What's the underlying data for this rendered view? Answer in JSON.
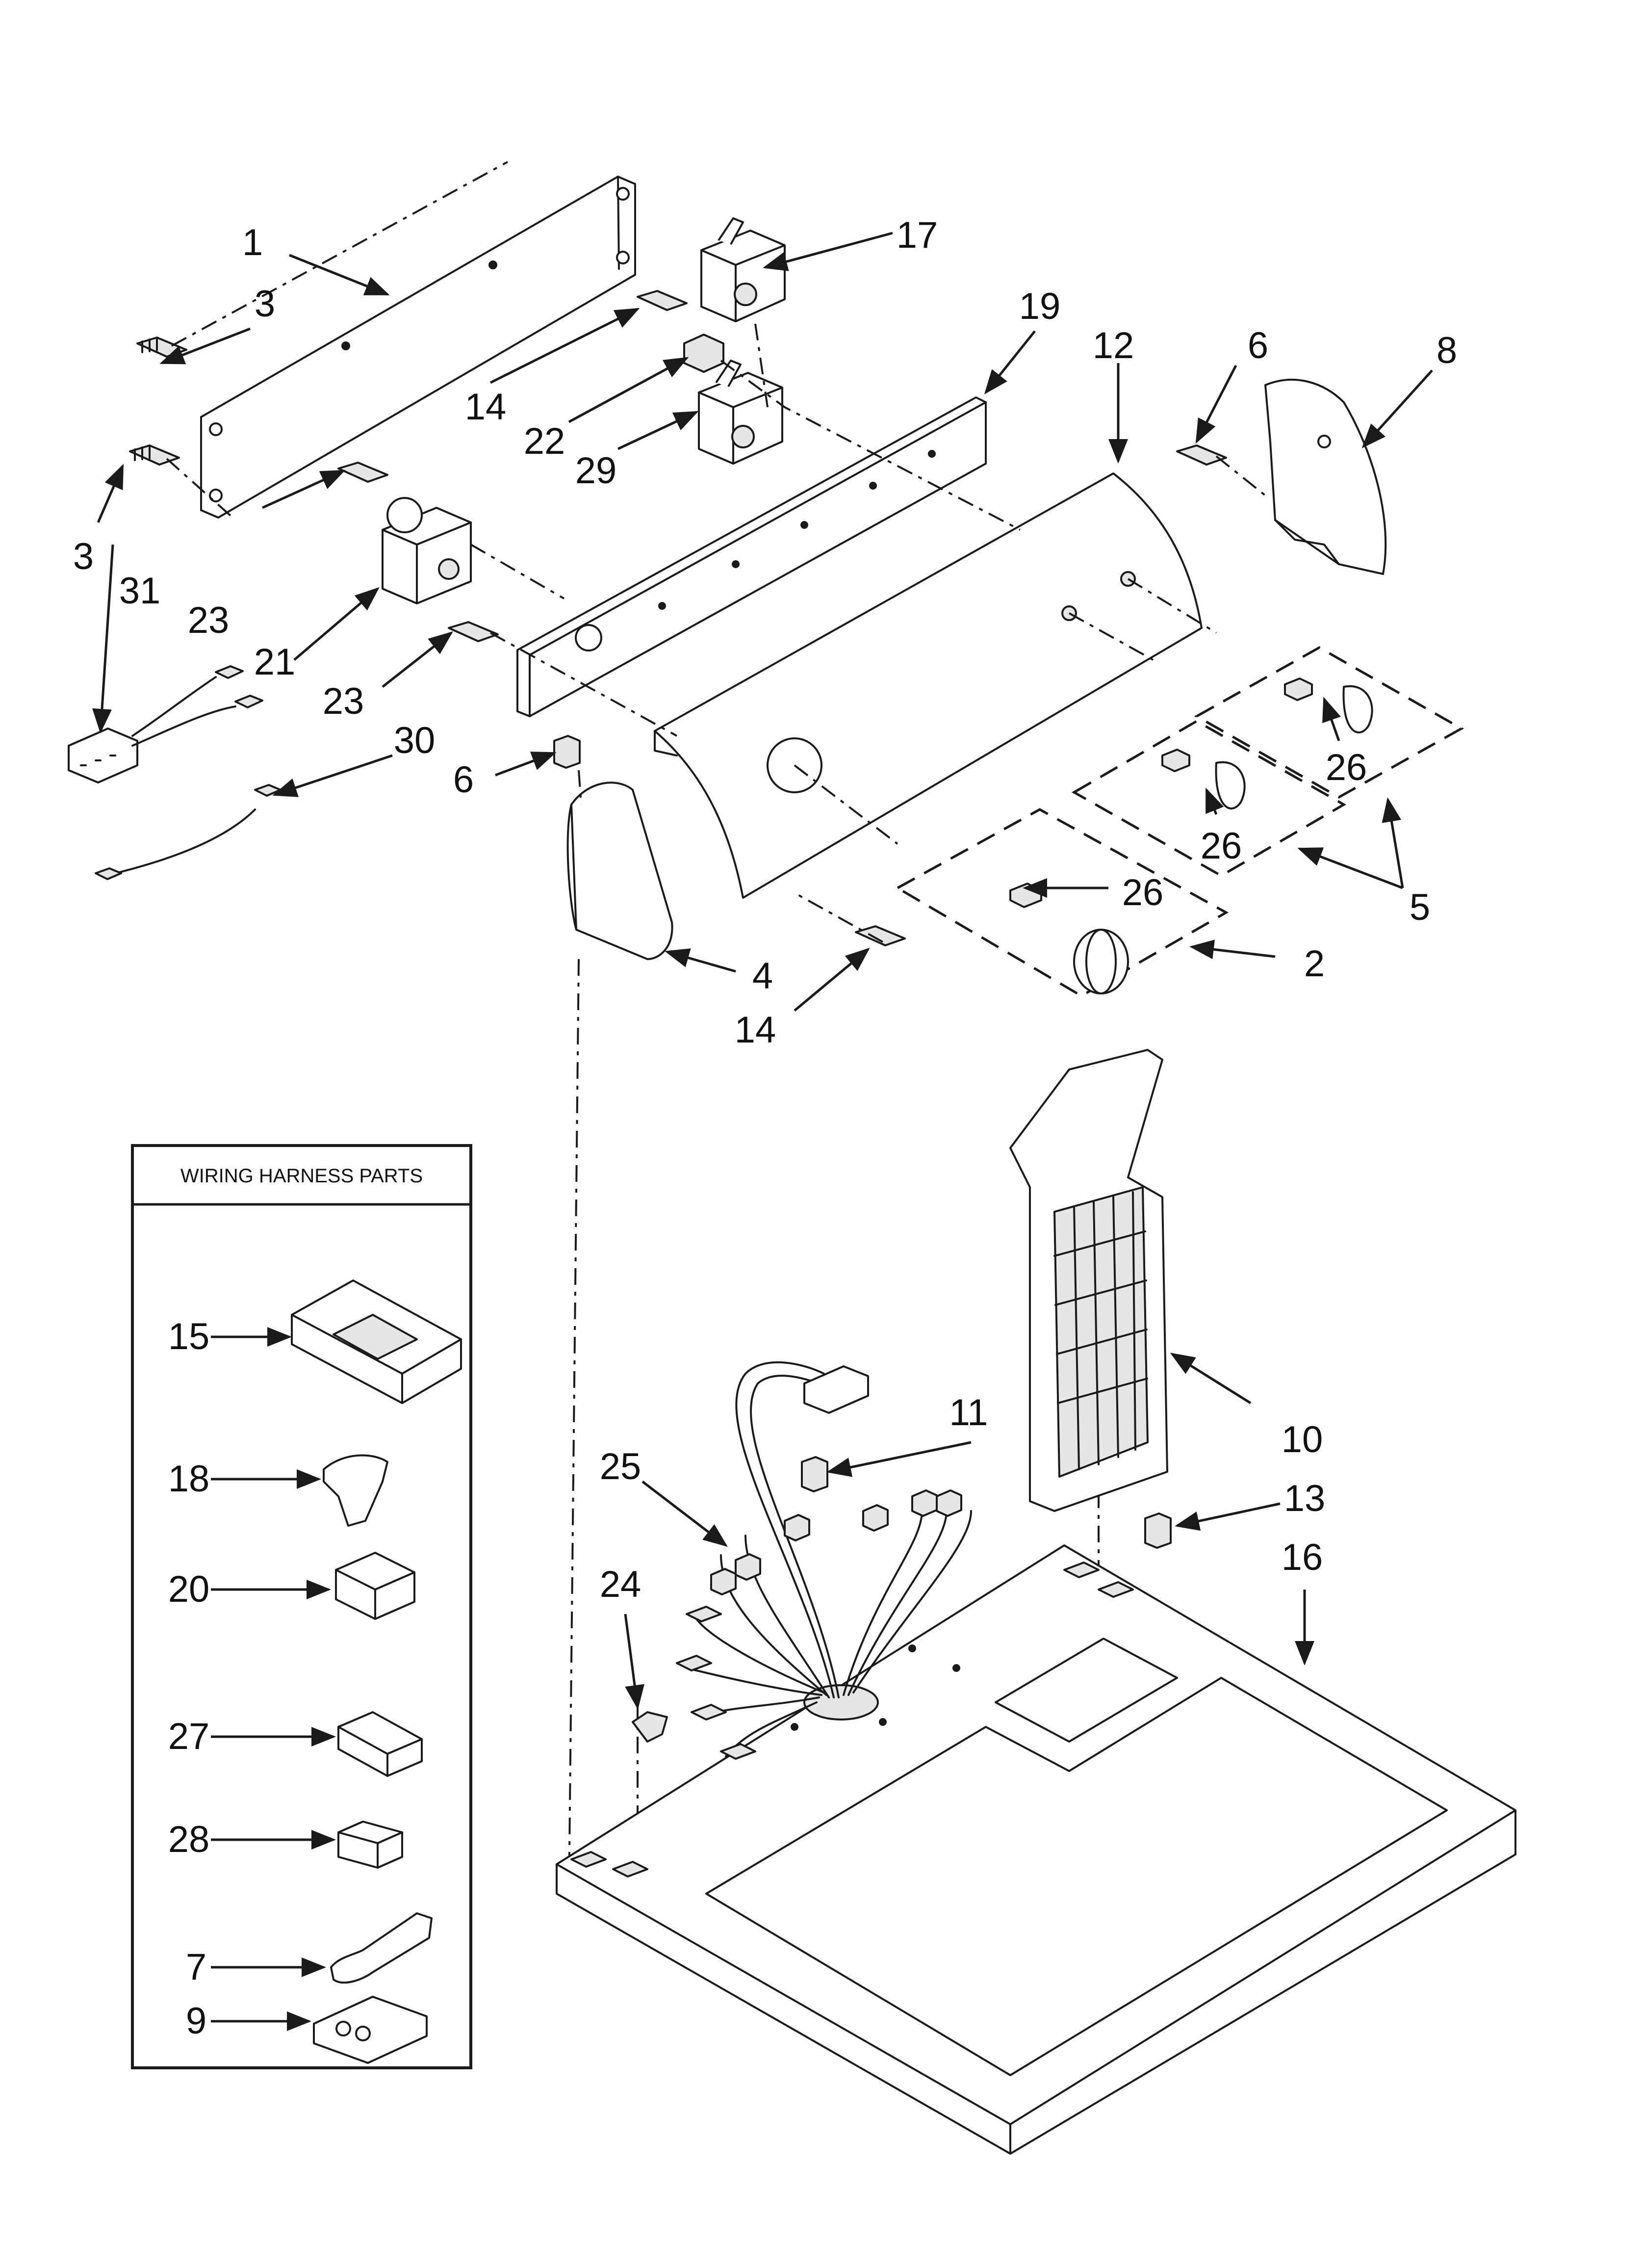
{
  "harness_box": {
    "title": "WIRING HARNESS PARTS"
  },
  "callouts": {
    "c1": "1",
    "c2": "2",
    "c3a": "3",
    "c3b": "3",
    "c4": "4",
    "c5": "5",
    "c6a": "6",
    "c6b": "6",
    "c7": "7",
    "c8": "8",
    "c9": "9",
    "c10": "10",
    "c11": "11",
    "c12": "12",
    "c13": "13",
    "c14a": "14",
    "c14b": "14",
    "c15": "15",
    "c16": "16",
    "c17": "17",
    "c18": "18",
    "c19": "19",
    "c20": "20",
    "c21": "21",
    "c22": "22",
    "c23a": "23",
    "c23b": "23",
    "c24": "24",
    "c25": "25",
    "c26a": "26",
    "c26b": "26",
    "c26c": "26",
    "c27": "27",
    "c28": "28",
    "c29": "29",
    "c30": "30",
    "c31": "31"
  }
}
